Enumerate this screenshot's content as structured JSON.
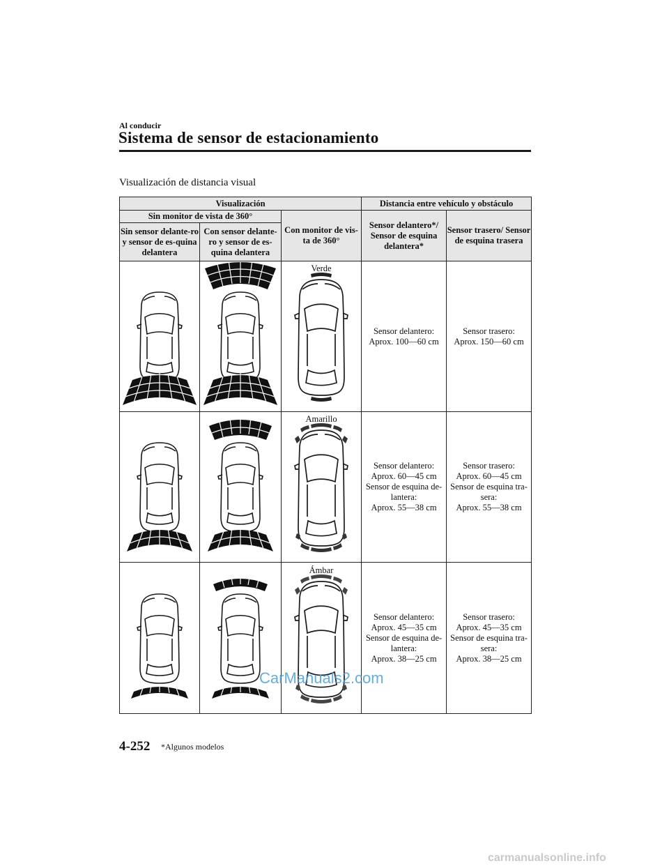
{
  "header": {
    "section": "Al conducir",
    "title": "Sistema de sensor de estacionamiento"
  },
  "caption": "Visualización de distancia visual",
  "table": {
    "head": {
      "visualizacion": "Visualización",
      "distancia": "Distancia entre vehículo y obstáculo",
      "sin_monitor": "Sin monitor de vista de 360°",
      "con_monitor": "Con monitor de vis-ta de 360°",
      "sensor_delantero": "Sensor delantero*/ Sensor de esquina delantera*",
      "sensor_trasero": "Sensor trasero/ Sensor de esquina trasera",
      "sin_sensor": "Sin sensor delante-ro y sensor de es-quina delantera",
      "con_sensor": "Con sensor delante-ro y sensor de es-quina delantera"
    },
    "rows": [
      {
        "color": "Verde",
        "front": [
          "Sensor delantero:",
          "Aprox. 100—60 cm"
        ],
        "rear": [
          "Sensor trasero:",
          "Aprox. 150—60 cm"
        ]
      },
      {
        "color": "Amarillo",
        "front": [
          "Sensor delantero:",
          "Aprox. 60—45 cm",
          "Sensor de esquina de-",
          "lantera:",
          "Aprox. 55—38 cm"
        ],
        "rear": [
          "Sensor trasero:",
          "Aprox. 60—45 cm",
          "Sensor de esquina tra-",
          "sera:",
          "Aprox. 55—38 cm"
        ]
      },
      {
        "color": "Ámbar",
        "front": [
          "Sensor delantero:",
          "Aprox. 45—35 cm",
          "Sensor de esquina de-",
          "lantera:",
          "Aprox. 38—25 cm"
        ],
        "rear": [
          "Sensor trasero:",
          "Aprox. 45—35 cm",
          "Sensor de esquina tra-",
          "sera:",
          "Aprox. 38—25 cm"
        ]
      }
    ]
  },
  "footer": {
    "page": "4-252",
    "note": "*Algunos modelos"
  },
  "watermark": "CarManuals2.com",
  "site": "carmanualsonline.info"
}
